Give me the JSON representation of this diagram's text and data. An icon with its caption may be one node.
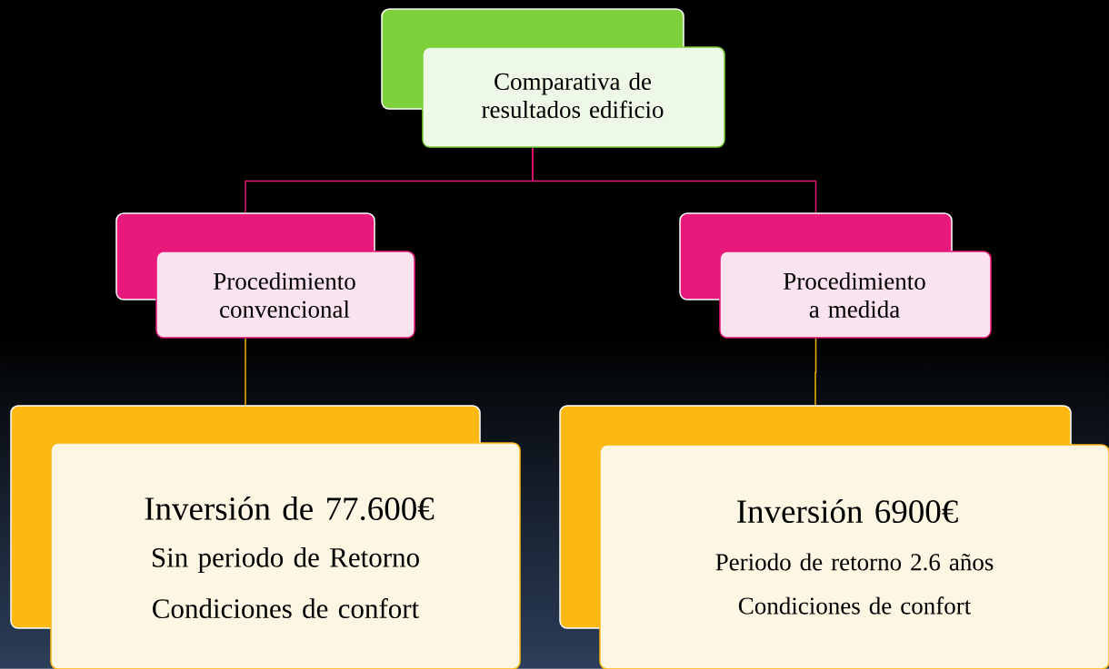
{
  "diagram": {
    "nodes": [
      {
        "text": [
          "Comparativa de resultados edificio"
        ]
      },
      {
        "text": [
          "Procedimiento convencional"
        ]
      },
      {
        "text": [
          "Procedimiento a medida"
        ]
      },
      {
        "text": [
          "Inversión de 77.600€",
          "Sin periodo de Retorno",
          "Condiciones de confort"
        ]
      },
      {
        "text": [
          "Inversión 6900€",
          "Periodo de retorno 2.6 años",
          "Condiciones de confort"
        ]
      }
    ],
    "edges": [
      {
        "from": 0,
        "to": 1,
        "arrow": "none",
        "color": "#e0197a"
      },
      {
        "from": 0,
        "to": 2,
        "arrow": "none",
        "color": "#e0197a"
      },
      {
        "from": 1,
        "to": 3,
        "arrow": "none",
        "color": "#f5b400"
      },
      {
        "from": 2,
        "to": 4,
        "arrow": "none",
        "color": "#f5b400"
      }
    ]
  }
}
